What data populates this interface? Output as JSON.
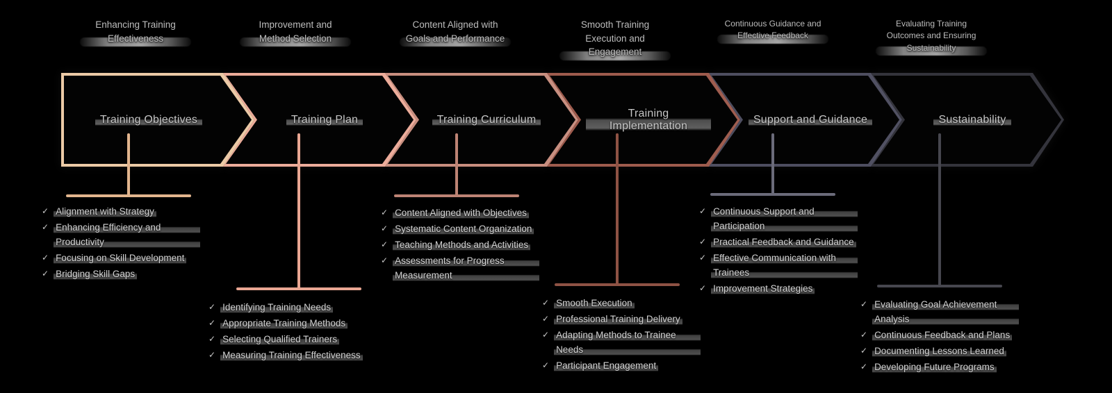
{
  "ui": {
    "check": "✓"
  },
  "steps": [
    {
      "id": "training-objectives",
      "header": "Enhancing Training Effectiveness",
      "label": "Training Objectives",
      "color": "#eccaa6",
      "line_color": "#e2b58e",
      "bullets": [
        "Alignment with Strategy",
        "Enhancing Efficiency and Productivity",
        "Focusing on Skill Development",
        "Bridging Skill Gaps"
      ]
    },
    {
      "id": "training-plan",
      "header": "Improvement and Method Selection",
      "label": "Training Plan",
      "color": "#edac9a",
      "line_color": "#e9a793",
      "bullets": [
        "Identifying Training Needs",
        "Appropriate Training Methods",
        "Selecting Qualified Trainers",
        "Measuring Training Effectiveness"
      ]
    },
    {
      "id": "training-curriculum",
      "header": "Content Aligned with Goals and Performance",
      "label": "Training Curriculum",
      "color": "#c88e7f",
      "line_color": "#bd8374",
      "bullets": [
        "Content Aligned with Objectives",
        "Systematic Content Organization",
        "Teaching Methods and Activities",
        "Assessments for Progress Measurement"
      ]
    },
    {
      "id": "training-implementation",
      "header": "Smooth Training Execution and Engagement",
      "label": "Training Implementation",
      "color": "#9e5b4d",
      "line_color": "#8e5244",
      "bullets": [
        "Smooth Execution",
        "Professional Training Delivery",
        "Adapting Methods to Trainee Needs",
        "Participant Engagement"
      ]
    },
    {
      "id": "support-and-guidance",
      "header": "Continuous Guidance and Effective Feedback",
      "label": "Support and Guidance",
      "color": "#4e4e60",
      "line_color": "#6b6b7a",
      "bullets": [
        "Continuous Support and Participation",
        "Practical Feedback and Guidance",
        "Effective Communication with Trainees",
        "Improvement Strategies"
      ]
    },
    {
      "id": "sustainability",
      "header": "Evaluating Training Outcomes and Ensuring Sustainability",
      "label": "Sustainability",
      "color": "#34343c",
      "line_color": "#46464e",
      "bullets": [
        "Evaluating Goal Achievement Analysis",
        "Continuous Feedback and Plans",
        "Documenting Lessons Learned",
        "Developing Future Programs"
      ]
    }
  ]
}
